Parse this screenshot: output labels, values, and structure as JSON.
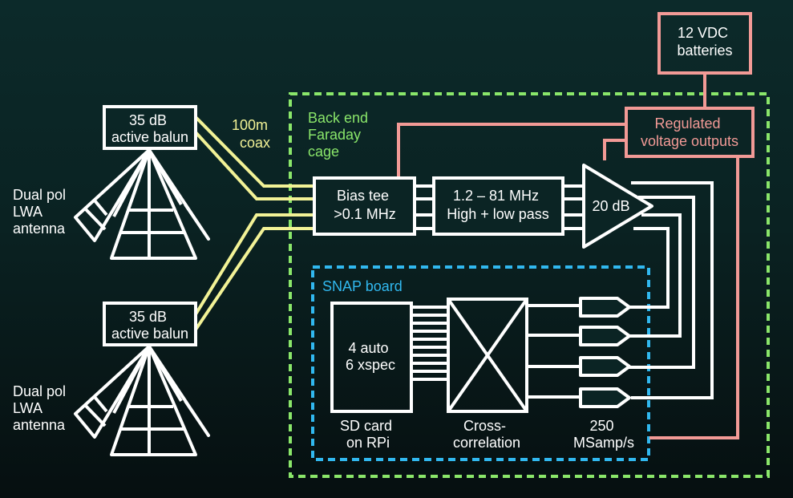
{
  "antennas": [
    {
      "balun": [
        "35 dB",
        "active balun"
      ],
      "label": [
        "Dual pol",
        "LWA",
        "antenna"
      ]
    },
    {
      "balun": [
        "35 dB",
        "active balun"
      ],
      "label": [
        "Dual pol",
        "LWA",
        "antenna"
      ]
    }
  ],
  "coax_label": [
    "100m",
    "coax"
  ],
  "faraday_label": [
    "Back end",
    "Faraday",
    "cage"
  ],
  "bias_tee": [
    "Bias tee",
    ">0.1 MHz"
  ],
  "filter": [
    "1.2 – 81 MHz",
    "High + low pass"
  ],
  "amplifier": "20 dB",
  "batteries": [
    "12 VDC",
    "batteries"
  ],
  "regulator": [
    "Regulated",
    "voltage outputs"
  ],
  "snap_label": "SNAP board",
  "sd_card_box": [
    "4 auto",
    "6 xspec"
  ],
  "sd_card_label": [
    "SD card",
    "on RPi"
  ],
  "correlation_label": [
    "Cross-",
    "correlation"
  ],
  "adc_label": [
    "250",
    "MSamp/s"
  ],
  "colors": {
    "white": "#ffffff",
    "coax": "#f2f296",
    "power": "#f29a96",
    "faraday": "#8ae66a",
    "snap": "#31b8ef",
    "faraday_text": "#8ae66a",
    "snap_text": "#31b8ef"
  }
}
